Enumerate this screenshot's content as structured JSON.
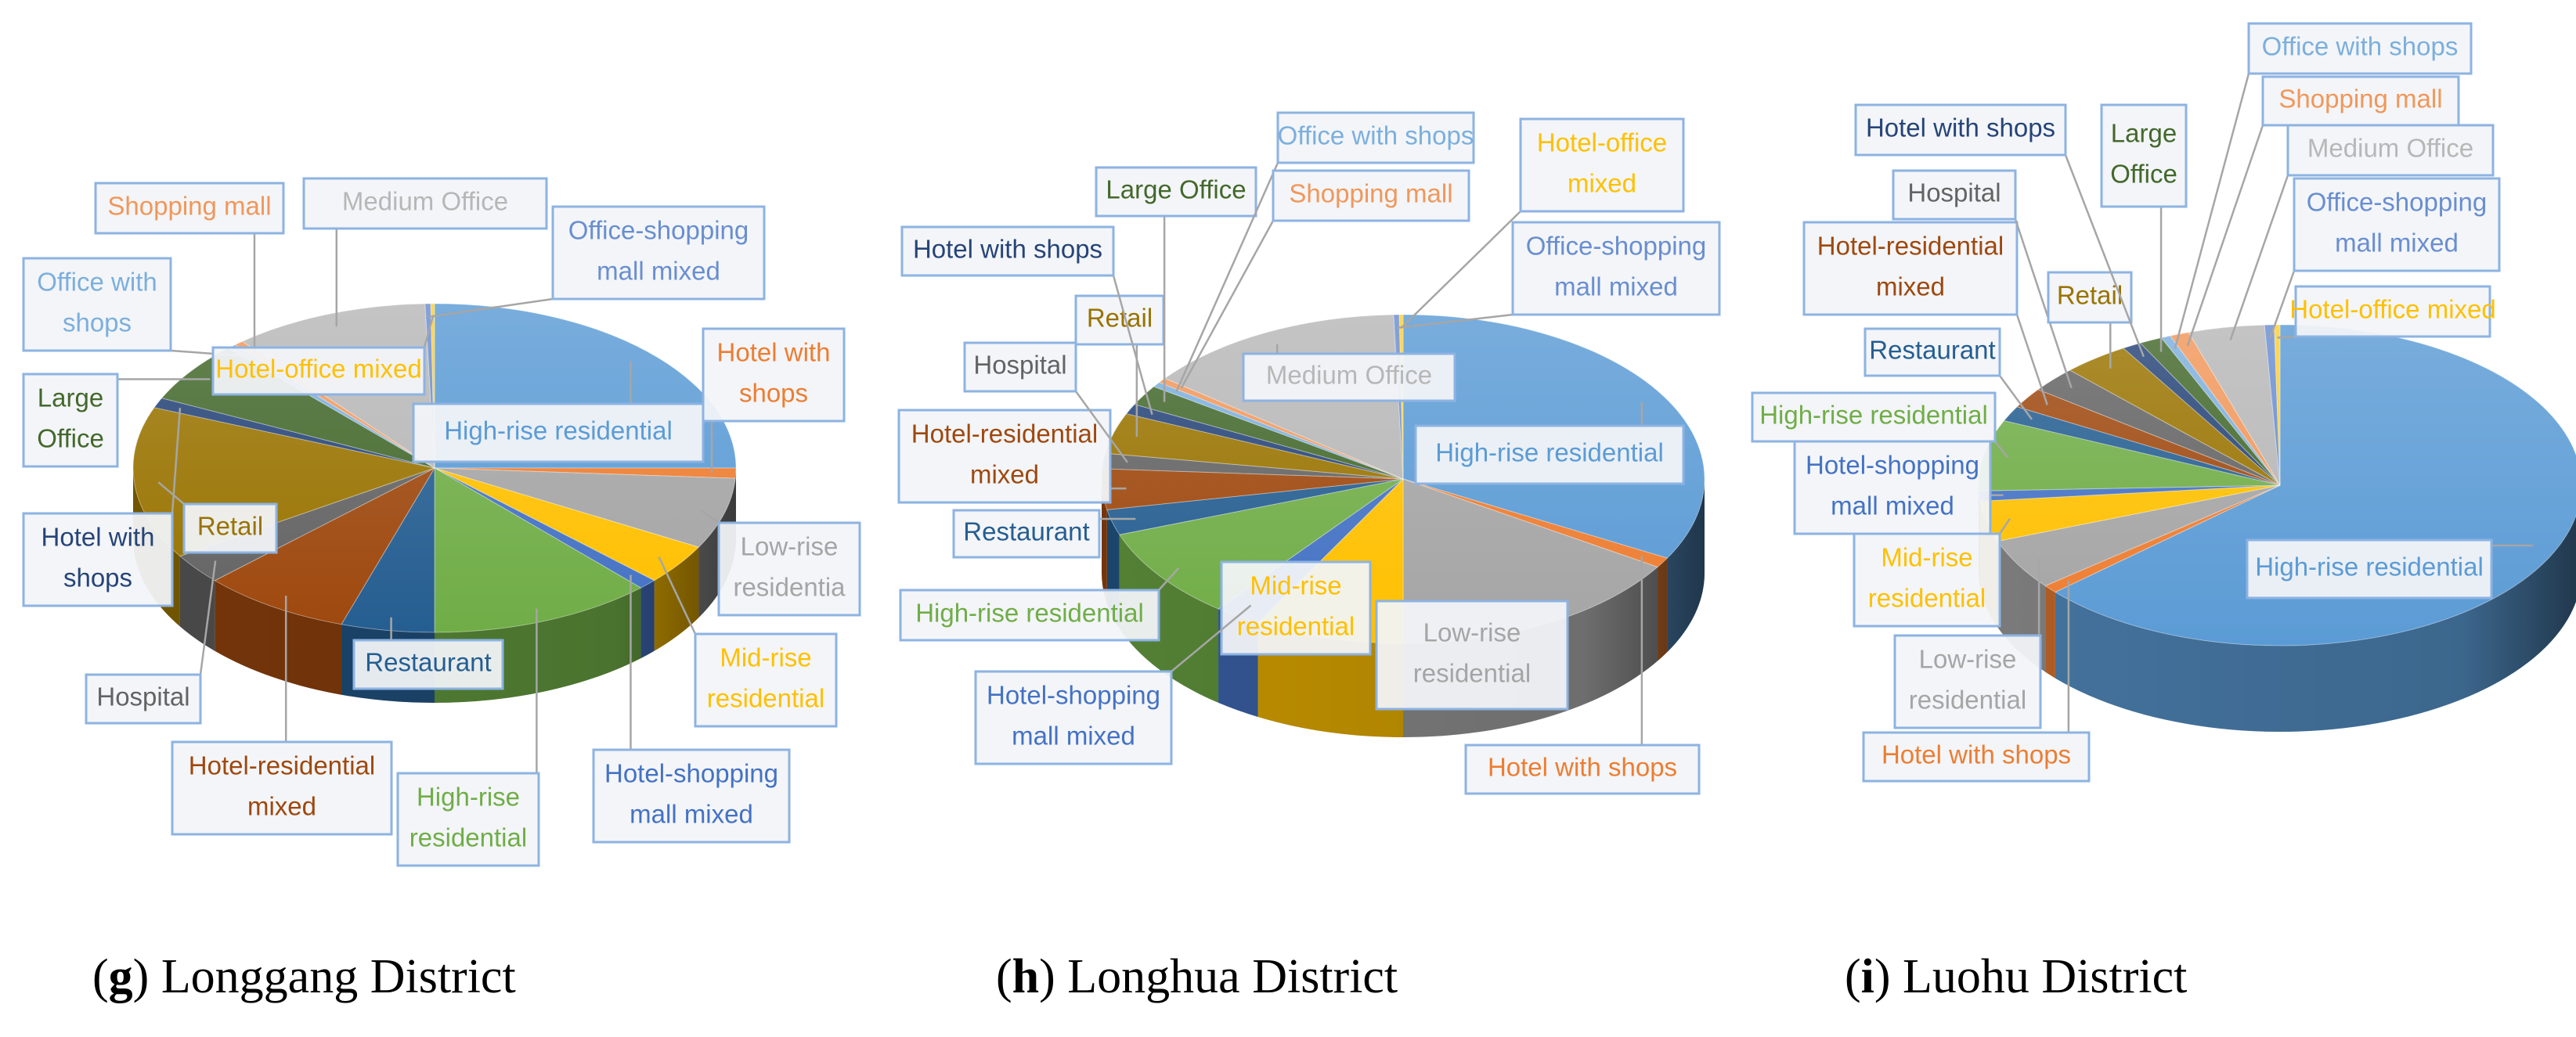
{
  "colors": {
    "High-rise residential (blue)": "#5b9bd5",
    "Hotel with shops (orange)": "#ed7d31",
    "Low-rise residential (gray)": "#a5a5a5",
    "Mid-rise residential (yellow)": "#ffc000",
    "Hotel-shopping mall mixed (blue)": "#4472c4",
    "High-rise residential (green)": "#70ad47",
    "Restaurant (dark blue)": "#255e91",
    "Hotel-residential mixed (brown)": "#9e480e",
    "Hospital (dark gray)": "#636363",
    "Retail (olive)": "#997300",
    "Hotel with shops (navy)": "#264478",
    "Large Office (dark green)": "#43682b",
    "Office with shops (light blue)": "#7cafdd",
    "Shopping mall (light orange)": "#f1975a",
    "Medium Office (light gray)": "#b7b7b7",
    "Office-shopping mall mixed (blue)": "#698ed0",
    "Hotel-office mixed (gold)": "#ffcd33"
  },
  "chart_data": [
    {
      "type": "pie",
      "caption_letter": "g",
      "caption_text": " Longgang District",
      "slices": [
        {
          "label": "High-rise residential",
          "value": 25.0,
          "color": "#5b9bd5"
        },
        {
          "label": "Hotel with shops",
          "value": 1.0,
          "color": "#ed7d31"
        },
        {
          "label": "Low-rise residentia",
          "value": 7.0,
          "color": "#a5a5a5"
        },
        {
          "label": "Mid-rise residential",
          "value": 4.0,
          "color": "#ffc000"
        },
        {
          "label": "Hotel-shopping mall mixed",
          "value": 1.0,
          "color": "#4472c4"
        },
        {
          "label": "High-rise residential",
          "value": 12.0,
          "color": "#70ad47"
        },
        {
          "label": "Restaurant",
          "value": 5.0,
          "color": "#255e91"
        },
        {
          "label": "Hotel-residential mixed",
          "value": 8.0,
          "color": "#9e480e"
        },
        {
          "label": "Hospital",
          "value": 3.0,
          "color": "#636363"
        },
        {
          "label": "Retail",
          "value": 15.0,
          "color": "#997300"
        },
        {
          "label": "Hotel with shops",
          "value": 1.0,
          "color": "#264478"
        },
        {
          "label": "Large Office",
          "value": 6.0,
          "color": "#43682b"
        },
        {
          "label": "Office with shops",
          "value": 0.5,
          "color": "#7cafdd"
        },
        {
          "label": "Shopping mall",
          "value": 0.5,
          "color": "#f1975a"
        },
        {
          "label": "Medium Office",
          "value": 10.5,
          "color": "#b7b7b7"
        },
        {
          "label": "Office-shopping mall mixed",
          "value": 0.3,
          "color": "#698ed0"
        },
        {
          "label": "Hotel-office mixed",
          "value": 0.2,
          "color": "#ffcd33"
        }
      ],
      "labels": [
        {
          "lines": [
            "High-rise residential"
          ],
          "color": "#5b9bd5"
        },
        {
          "lines": [
            "Hotel with",
            "shops"
          ],
          "color": "#ed7d31"
        },
        {
          "lines": [
            "Low-rise",
            "residentia"
          ],
          "color": "#a5a5a5"
        },
        {
          "lines": [
            "Mid-rise",
            "residential"
          ],
          "color": "#ffc000"
        },
        {
          "lines": [
            "Hotel-shopping",
            "mall mixed"
          ],
          "color": "#4472c4"
        },
        {
          "lines": [
            "High-rise",
            "residential"
          ],
          "color": "#70ad47"
        },
        {
          "lines": [
            "Restaurant"
          ],
          "color": "#255e91"
        },
        {
          "lines": [
            "Hotel-residential",
            "mixed"
          ],
          "color": "#9e480e"
        },
        {
          "lines": [
            "Hospital"
          ],
          "color": "#636363"
        },
        {
          "lines": [
            "Retail"
          ],
          "color": "#997300"
        },
        {
          "lines": [
            "Hotel with",
            "shops"
          ],
          "color": "#264478"
        },
        {
          "lines": [
            "Large",
            "Office"
          ],
          "color": "#43682b"
        },
        {
          "lines": [
            "Office with",
            "shops"
          ],
          "color": "#7cafdd"
        },
        {
          "lines": [
            "Shopping mall"
          ],
          "color": "#f1975a"
        },
        {
          "lines": [
            "Medium Office"
          ],
          "color": "#b7b7b7"
        },
        {
          "lines": [
            "Office-shopping",
            "mall mixed"
          ],
          "color": "#698ed0"
        },
        {
          "lines": [
            "Hotel-office mixed"
          ],
          "color": "#ffc000"
        }
      ]
    },
    {
      "type": "pie",
      "caption_letter": "h",
      "caption_text": " Longhua District",
      "slices": [
        {
          "label": "High-rise residential",
          "value": 33.0,
          "color": "#5b9bd5"
        },
        {
          "label": "Hotel with shops",
          "value": 1.0,
          "color": "#ed7d31"
        },
        {
          "label": "Low-rise residential",
          "value": 16.0,
          "color": "#a5a5a5"
        },
        {
          "label": "Mid-rise residential",
          "value": 8.0,
          "color": "#ffc000"
        },
        {
          "label": "Hotel-shopping mall mixed",
          "value": 2.5,
          "color": "#4472c4"
        },
        {
          "label": "High-rise residential",
          "value": 9.0,
          "color": "#70ad47"
        },
        {
          "label": "Restaurant",
          "value": 2.5,
          "color": "#255e91"
        },
        {
          "label": "Hotel-residential mixed",
          "value": 4.0,
          "color": "#9e480e"
        },
        {
          "label": "Hospital",
          "value": 1.5,
          "color": "#636363"
        },
        {
          "label": "Retail",
          "value": 4.0,
          "color": "#997300"
        },
        {
          "label": "Hotel with shops",
          "value": 1.0,
          "color": "#264478"
        },
        {
          "label": "Large Office",
          "value": 2.0,
          "color": "#43682b"
        },
        {
          "label": "Office with shops",
          "value": 0.5,
          "color": "#7cafdd"
        },
        {
          "label": "Shopping mall",
          "value": 0.5,
          "color": "#f1975a"
        },
        {
          "label": "Medium Office",
          "value": 14.0,
          "color": "#b7b7b7"
        },
        {
          "label": "Office-shopping mall mixed",
          "value": 0.3,
          "color": "#698ed0"
        },
        {
          "label": "Hotel-office mixed",
          "value": 0.2,
          "color": "#ffcd33"
        }
      ],
      "labels": [
        {
          "lines": [
            "High-rise residential"
          ],
          "color": "#5b9bd5"
        },
        {
          "lines": [
            "Hotel with shops"
          ],
          "color": "#ed7d31"
        },
        {
          "lines": [
            "Low-rise",
            "residential"
          ],
          "color": "#a5a5a5"
        },
        {
          "lines": [
            "Mid-rise",
            "residential"
          ],
          "color": "#ffc000"
        },
        {
          "lines": [
            "Hotel-shopping",
            "mall mixed"
          ],
          "color": "#4472c4"
        },
        {
          "lines": [
            "High-rise residential"
          ],
          "color": "#70ad47"
        },
        {
          "lines": [
            "Restaurant"
          ],
          "color": "#255e91"
        },
        {
          "lines": [
            "Hotel-residential",
            "mixed"
          ],
          "color": "#9e480e"
        },
        {
          "lines": [
            "Hospital"
          ],
          "color": "#636363"
        },
        {
          "lines": [
            "Retail"
          ],
          "color": "#997300"
        },
        {
          "lines": [
            "Hotel with shops"
          ],
          "color": "#264478"
        },
        {
          "lines": [
            "Large Office"
          ],
          "color": "#43682b"
        },
        {
          "lines": [
            "Office with shops"
          ],
          "color": "#7cafdd"
        },
        {
          "lines": [
            "Shopping mall"
          ],
          "color": "#f1975a"
        },
        {
          "lines": [
            "Medium Office"
          ],
          "color": "#b7b7b7"
        },
        {
          "lines": [
            "Office-shopping",
            "mall mixed"
          ],
          "color": "#698ed0"
        },
        {
          "lines": [
            "Hotel-office",
            "mixed"
          ],
          "color": "#ffc000"
        }
      ]
    },
    {
      "type": "pie",
      "caption_letter": "i",
      "caption_text": " Luohu District",
      "slices": [
        {
          "label": "High-rise residential",
          "value": 62.0,
          "color": "#5b9bd5"
        },
        {
          "label": "Hotel with shops",
          "value": 0.8,
          "color": "#ed7d31"
        },
        {
          "label": "Low-rise residential",
          "value": 5.0,
          "color": "#a5a5a5"
        },
        {
          "label": "Mid-rise residential",
          "value": 4.0,
          "color": "#ffc000"
        },
        {
          "label": "Hotel-shopping mall mixed",
          "value": 1.0,
          "color": "#4472c4"
        },
        {
          "label": "High-rise residential",
          "value": 7.0,
          "color": "#70ad47"
        },
        {
          "label": "Restaurant",
          "value": 1.5,
          "color": "#255e91"
        },
        {
          "label": "Hotel-residential mixed",
          "value": 2.0,
          "color": "#9e480e"
        },
        {
          "label": "Hospital",
          "value": 2.5,
          "color": "#636363"
        },
        {
          "label": "Retail",
          "value": 3.5,
          "color": "#997300"
        },
        {
          "label": "Hotel with shops",
          "value": 1.0,
          "color": "#264478"
        },
        {
          "label": "Large Office",
          "value": 1.2,
          "color": "#43682b"
        },
        {
          "label": "Office with shops",
          "value": 0.5,
          "color": "#7cafdd"
        },
        {
          "label": "Shopping mall",
          "value": 1.0,
          "color": "#f1975a"
        },
        {
          "label": "Medium Office",
          "value": 4.0,
          "color": "#b7b7b7"
        },
        {
          "label": "Office-shopping mall mixed",
          "value": 0.5,
          "color": "#698ed0"
        },
        {
          "label": "Hotel-office mixed",
          "value": 0.3,
          "color": "#ffcd33"
        }
      ],
      "labels": [
        {
          "lines": [
            "High-rise residential"
          ],
          "color": "#5b9bd5"
        },
        {
          "lines": [
            "Hotel with shops"
          ],
          "color": "#ed7d31"
        },
        {
          "lines": [
            "Low-rise",
            "residential"
          ],
          "color": "#a5a5a5"
        },
        {
          "lines": [
            "Mid-rise",
            "residential"
          ],
          "color": "#ffc000"
        },
        {
          "lines": [
            "Hotel-shopping",
            "mall mixed"
          ],
          "color": "#4472c4"
        },
        {
          "lines": [
            "High-rise residential"
          ],
          "color": "#70ad47"
        },
        {
          "lines": [
            "Restaurant"
          ],
          "color": "#255e91"
        },
        {
          "lines": [
            "Hotel-residential",
            "mixed"
          ],
          "color": "#9e480e"
        },
        {
          "lines": [
            "Hospital"
          ],
          "color": "#636363"
        },
        {
          "lines": [
            "Retail"
          ],
          "color": "#997300"
        },
        {
          "lines": [
            "Hotel with shops"
          ],
          "color": "#264478"
        },
        {
          "lines": [
            "Large",
            "Office"
          ],
          "color": "#43682b"
        },
        {
          "lines": [
            "Office with shops"
          ],
          "color": "#7cafdd"
        },
        {
          "lines": [
            "Shopping mall"
          ],
          "color": "#f1975a"
        },
        {
          "lines": [
            "Medium Office"
          ],
          "color": "#b7b7b7"
        },
        {
          "lines": [
            "Office-shopping",
            "mall mixed"
          ],
          "color": "#698ed0"
        },
        {
          "lines": [
            "Hotel-office mixed"
          ],
          "color": "#ffc000"
        }
      ]
    }
  ]
}
